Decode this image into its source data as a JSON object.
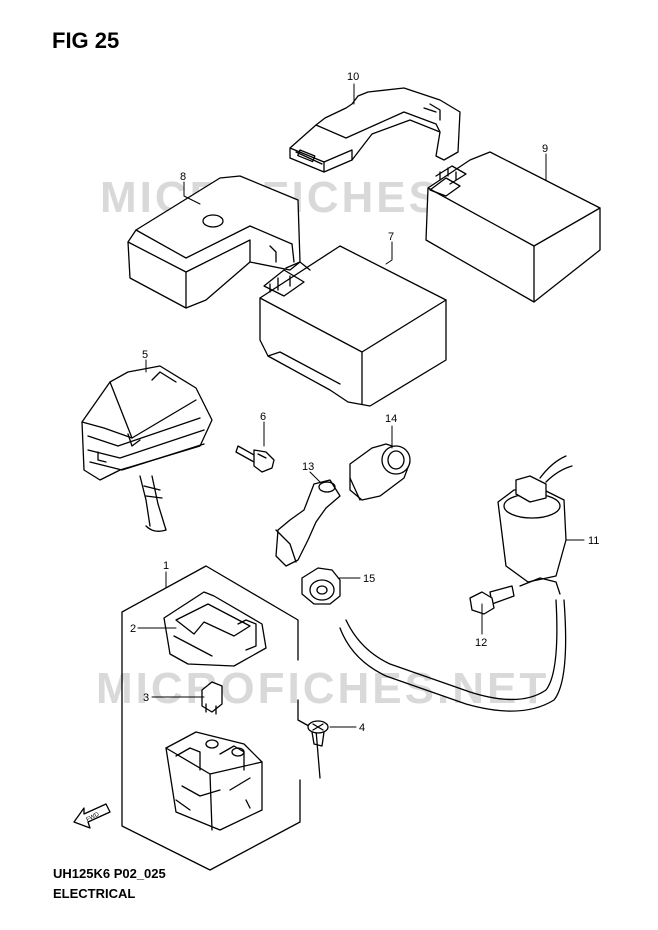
{
  "figure": {
    "title": "FIG 25",
    "code": "UH125K6 P02_025",
    "label": "ELECTRICAL"
  },
  "watermarks": [
    "MICROFICHES.NET",
    "MICROFICHES.NET"
  ],
  "arrow_label": "FWD",
  "callouts": [
    {
      "id": "1",
      "text": "1"
    },
    {
      "id": "2",
      "text": "2"
    },
    {
      "id": "3",
      "text": "3"
    },
    {
      "id": "4",
      "text": "4"
    },
    {
      "id": "5",
      "text": "5"
    },
    {
      "id": "6",
      "text": "6"
    },
    {
      "id": "7",
      "text": "7"
    },
    {
      "id": "8",
      "text": "8"
    },
    {
      "id": "9",
      "text": "9"
    },
    {
      "id": "10",
      "text": "10"
    },
    {
      "id": "11",
      "text": "11"
    },
    {
      "id": "12",
      "text": "12"
    },
    {
      "id": "13",
      "text": "13"
    },
    {
      "id": "14",
      "text": "14"
    },
    {
      "id": "15",
      "text": "15"
    }
  ],
  "colors": {
    "line": "#000000",
    "watermark": "#d9d9d9",
    "background": "#ffffff"
  }
}
